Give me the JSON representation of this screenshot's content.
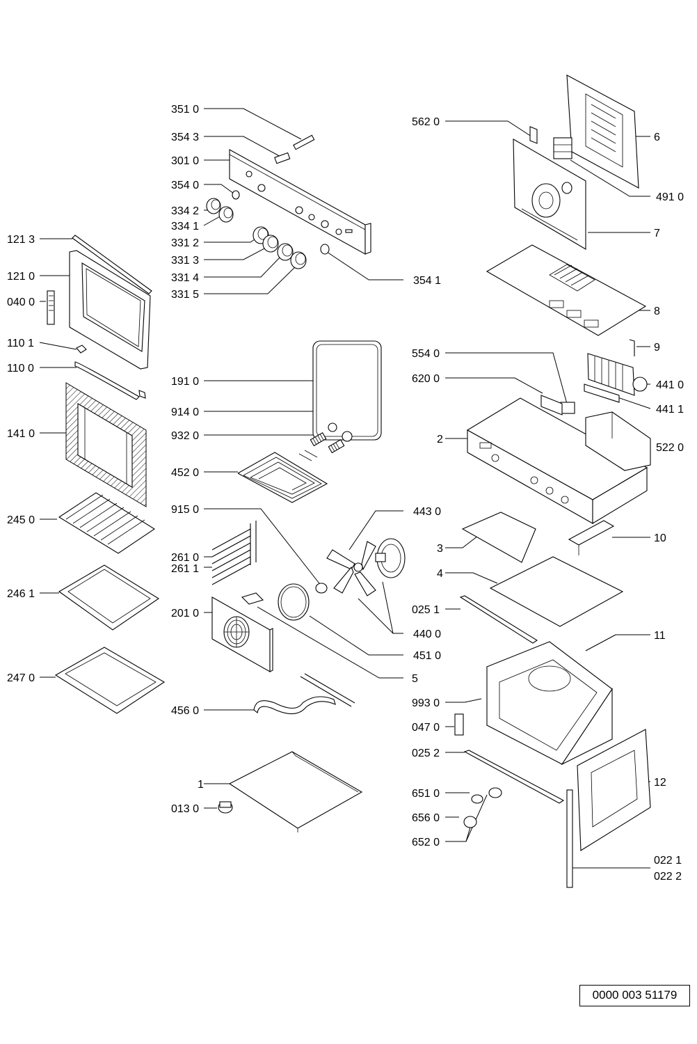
{
  "diagram": {
    "reference_number": "0000 003 51179",
    "labels": {
      "l3510": "351 0",
      "l3543": "354 3",
      "l3010": "301 0",
      "l3540": "354 0",
      "l3342": "334 2",
      "l3341": "334 1",
      "l3312": "331 2",
      "l3313": "331 3",
      "l3314": "331 4",
      "l3315": "331 5",
      "l3541": "354 1",
      "l1213": "121 3",
      "l1210": "121 0",
      "l0400": "040 0",
      "l1101": "110 1",
      "l1100": "110 0",
      "l1410": "141 0",
      "l2450": "245 0",
      "l2461": "246 1",
      "l2470": "247 0",
      "l1910": "191 0",
      "l9140": "914 0",
      "l9320": "932 0",
      "l4520": "452 0",
      "l9150": "915 0",
      "l2610": "261 0",
      "l2611": "261 1",
      "l2010": "201 0",
      "l4560": "456 0",
      "l1": "1",
      "l0130": "013 0",
      "l4430": "443 0",
      "l4400": "440 0",
      "l4510": "451 0",
      "l5": "5",
      "l5620": "562 0",
      "l6": "6",
      "l4910": "491 0",
      "l7": "7",
      "l8": "8",
      "l9": "9",
      "l5540": "554 0",
      "l6200": "620 0",
      "l4410": "441 0",
      "l4411": "441 1",
      "l2": "2",
      "l5220": "522 0",
      "l3": "3",
      "l10": "10",
      "l4": "4",
      "l0251": "025 1",
      "l11": "11",
      "l9930": "993 0",
      "l0470": "047 0",
      "l0252": "025 2",
      "l12": "12",
      "l6510": "651 0",
      "l6560": "656 0",
      "l6520": "652 0",
      "l0221": "022 1",
      "l0222": "022 2"
    }
  }
}
